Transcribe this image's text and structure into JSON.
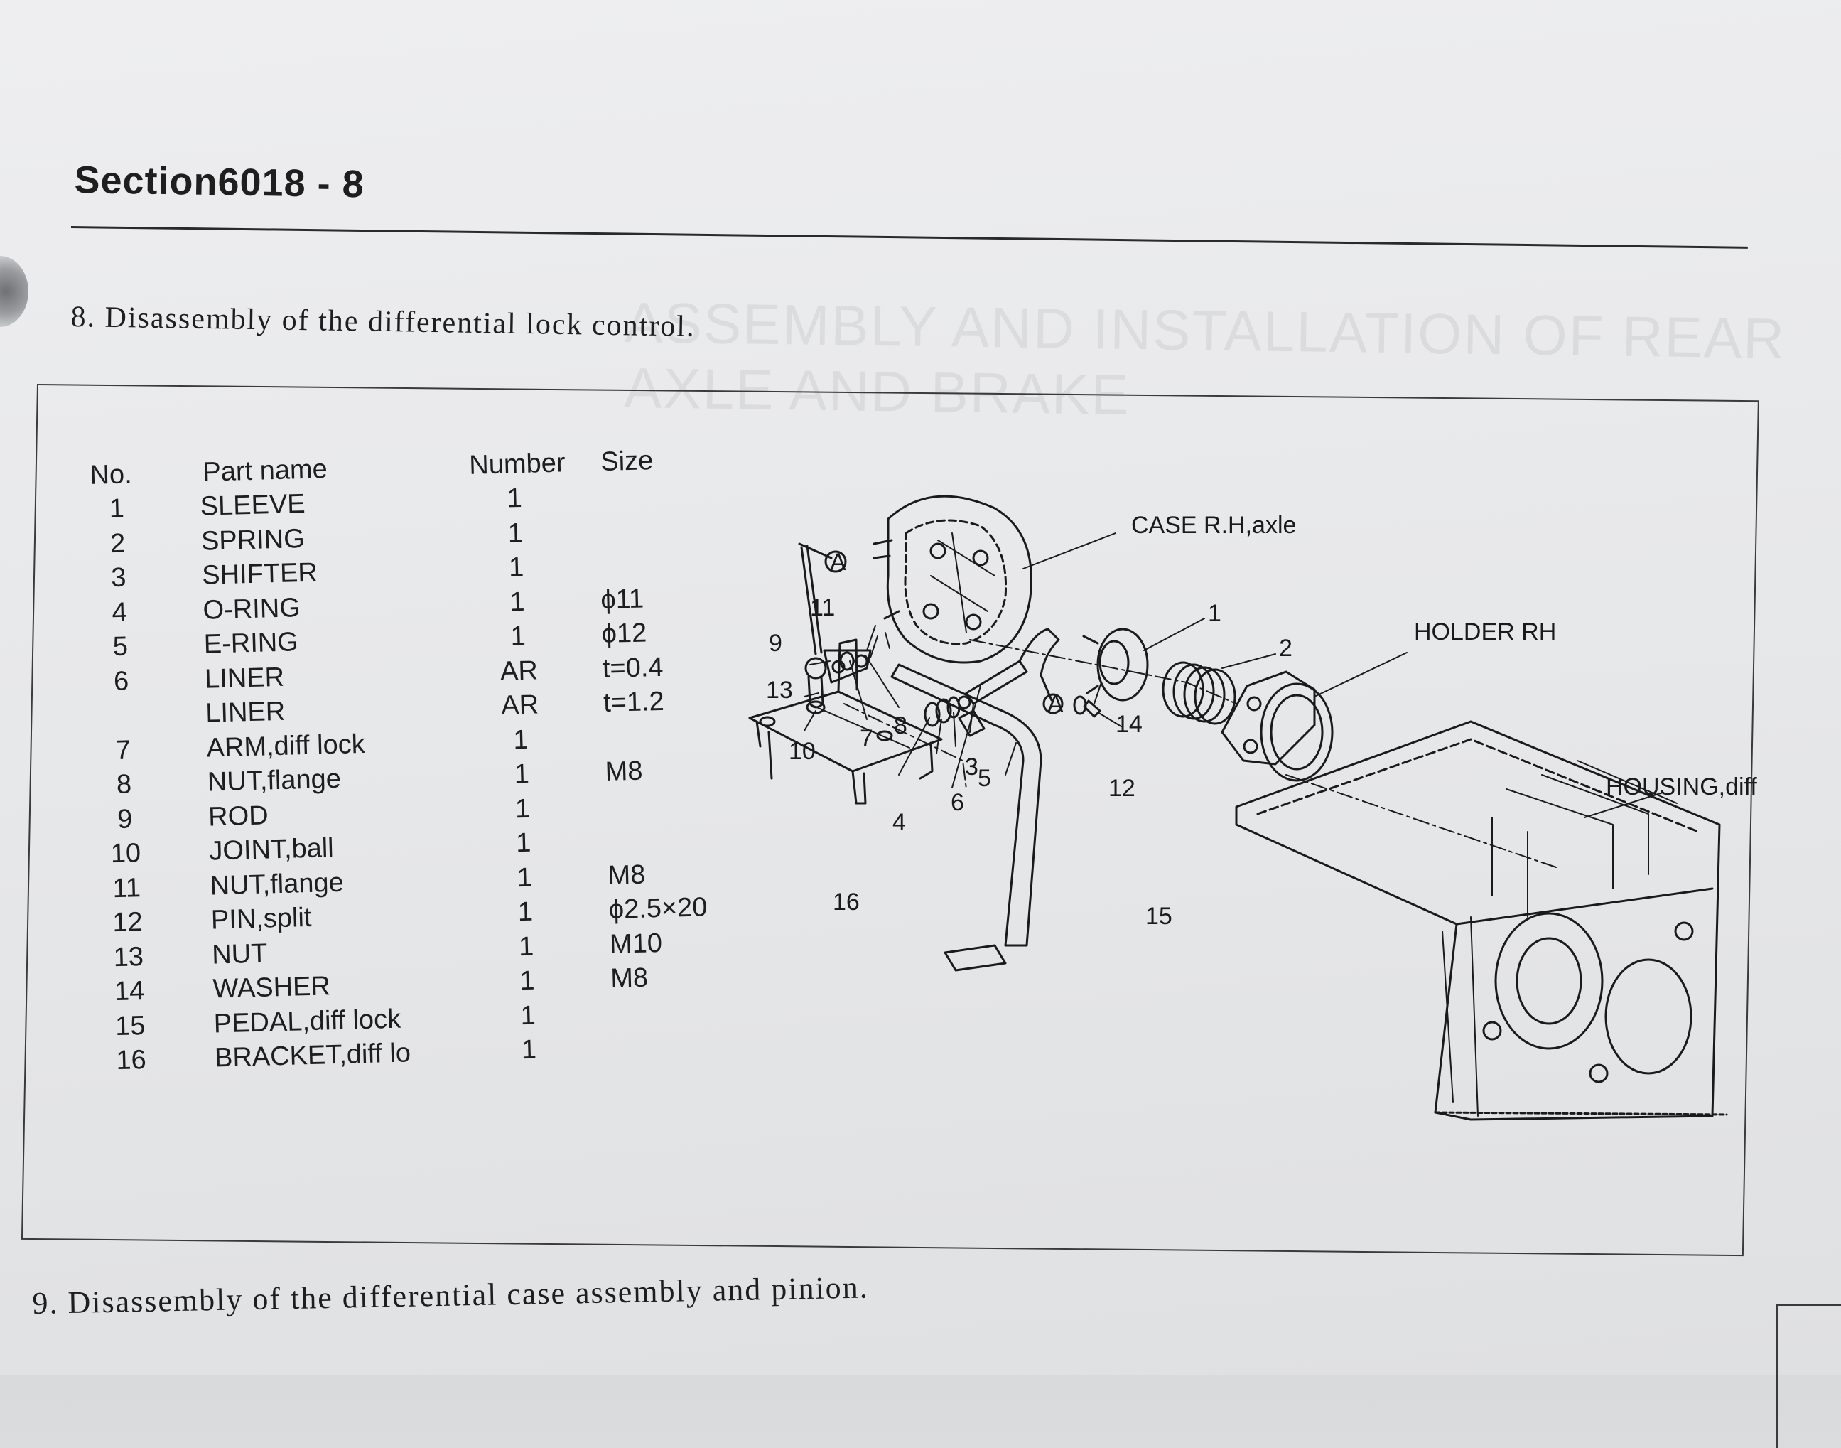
{
  "section": "Section6018 - 8",
  "heading_8": "8. Disassembly of the differential lock control.",
  "heading_9": "9. Disassembly of the differential case assembly and pinion.",
  "ghost_text": "ASSEMBLY AND INSTALLATION OF REAR AXLE AND BRAKE",
  "table": {
    "headers": {
      "no": "No.",
      "name": "Part name",
      "number": "Number",
      "size": "Size"
    },
    "rows": [
      {
        "no": "1",
        "name": "SLEEVE",
        "number": "1",
        "size": ""
      },
      {
        "no": "2",
        "name": "SPRING",
        "number": "1",
        "size": ""
      },
      {
        "no": "3",
        "name": "SHIFTER",
        "number": "1",
        "size": ""
      },
      {
        "no": "4",
        "name": "O-RING",
        "number": "1",
        "size": "ϕ11"
      },
      {
        "no": "5",
        "name": "E-RING",
        "number": "1",
        "size": "ϕ12"
      },
      {
        "no": "6",
        "name": "LINER",
        "number": "AR",
        "size": "t=0.4"
      },
      {
        "no": "",
        "name": "LINER",
        "number": "AR",
        "size": "t=1.2"
      },
      {
        "no": "7",
        "name": "ARM,diff lock",
        "number": "1",
        "size": ""
      },
      {
        "no": "8",
        "name": "NUT,flange",
        "number": "1",
        "size": "M8"
      },
      {
        "no": "9",
        "name": "ROD",
        "number": "1",
        "size": ""
      },
      {
        "no": "10",
        "name": "JOINT,ball",
        "number": "1",
        "size": ""
      },
      {
        "no": "11",
        "name": "NUT,flange",
        "number": "1",
        "size": "M8"
      },
      {
        "no": "12",
        "name": "PIN,split",
        "number": "1",
        "size": "ϕ2.5×20"
      },
      {
        "no": "13",
        "name": "NUT",
        "number": "1",
        "size": "M10"
      },
      {
        "no": "14",
        "name": "WASHER",
        "number": "1",
        "size": "M8"
      },
      {
        "no": "15",
        "name": "PEDAL,diff lock",
        "number": "1",
        "size": ""
      },
      {
        "no": "16",
        "name": "BRACKET,diff lo",
        "number": "1",
        "size": ""
      }
    ]
  },
  "diagram": {
    "labels": {
      "case": "CASE R.H,axle",
      "holder": "HOLDER RH",
      "housing": "HOUSING,diff",
      "circle_a": "A"
    },
    "numbers": [
      "1",
      "2",
      "3",
      "4",
      "5",
      "6",
      "7",
      "8",
      "9",
      "10",
      "11",
      "12",
      "13",
      "14",
      "15",
      "16"
    ]
  }
}
